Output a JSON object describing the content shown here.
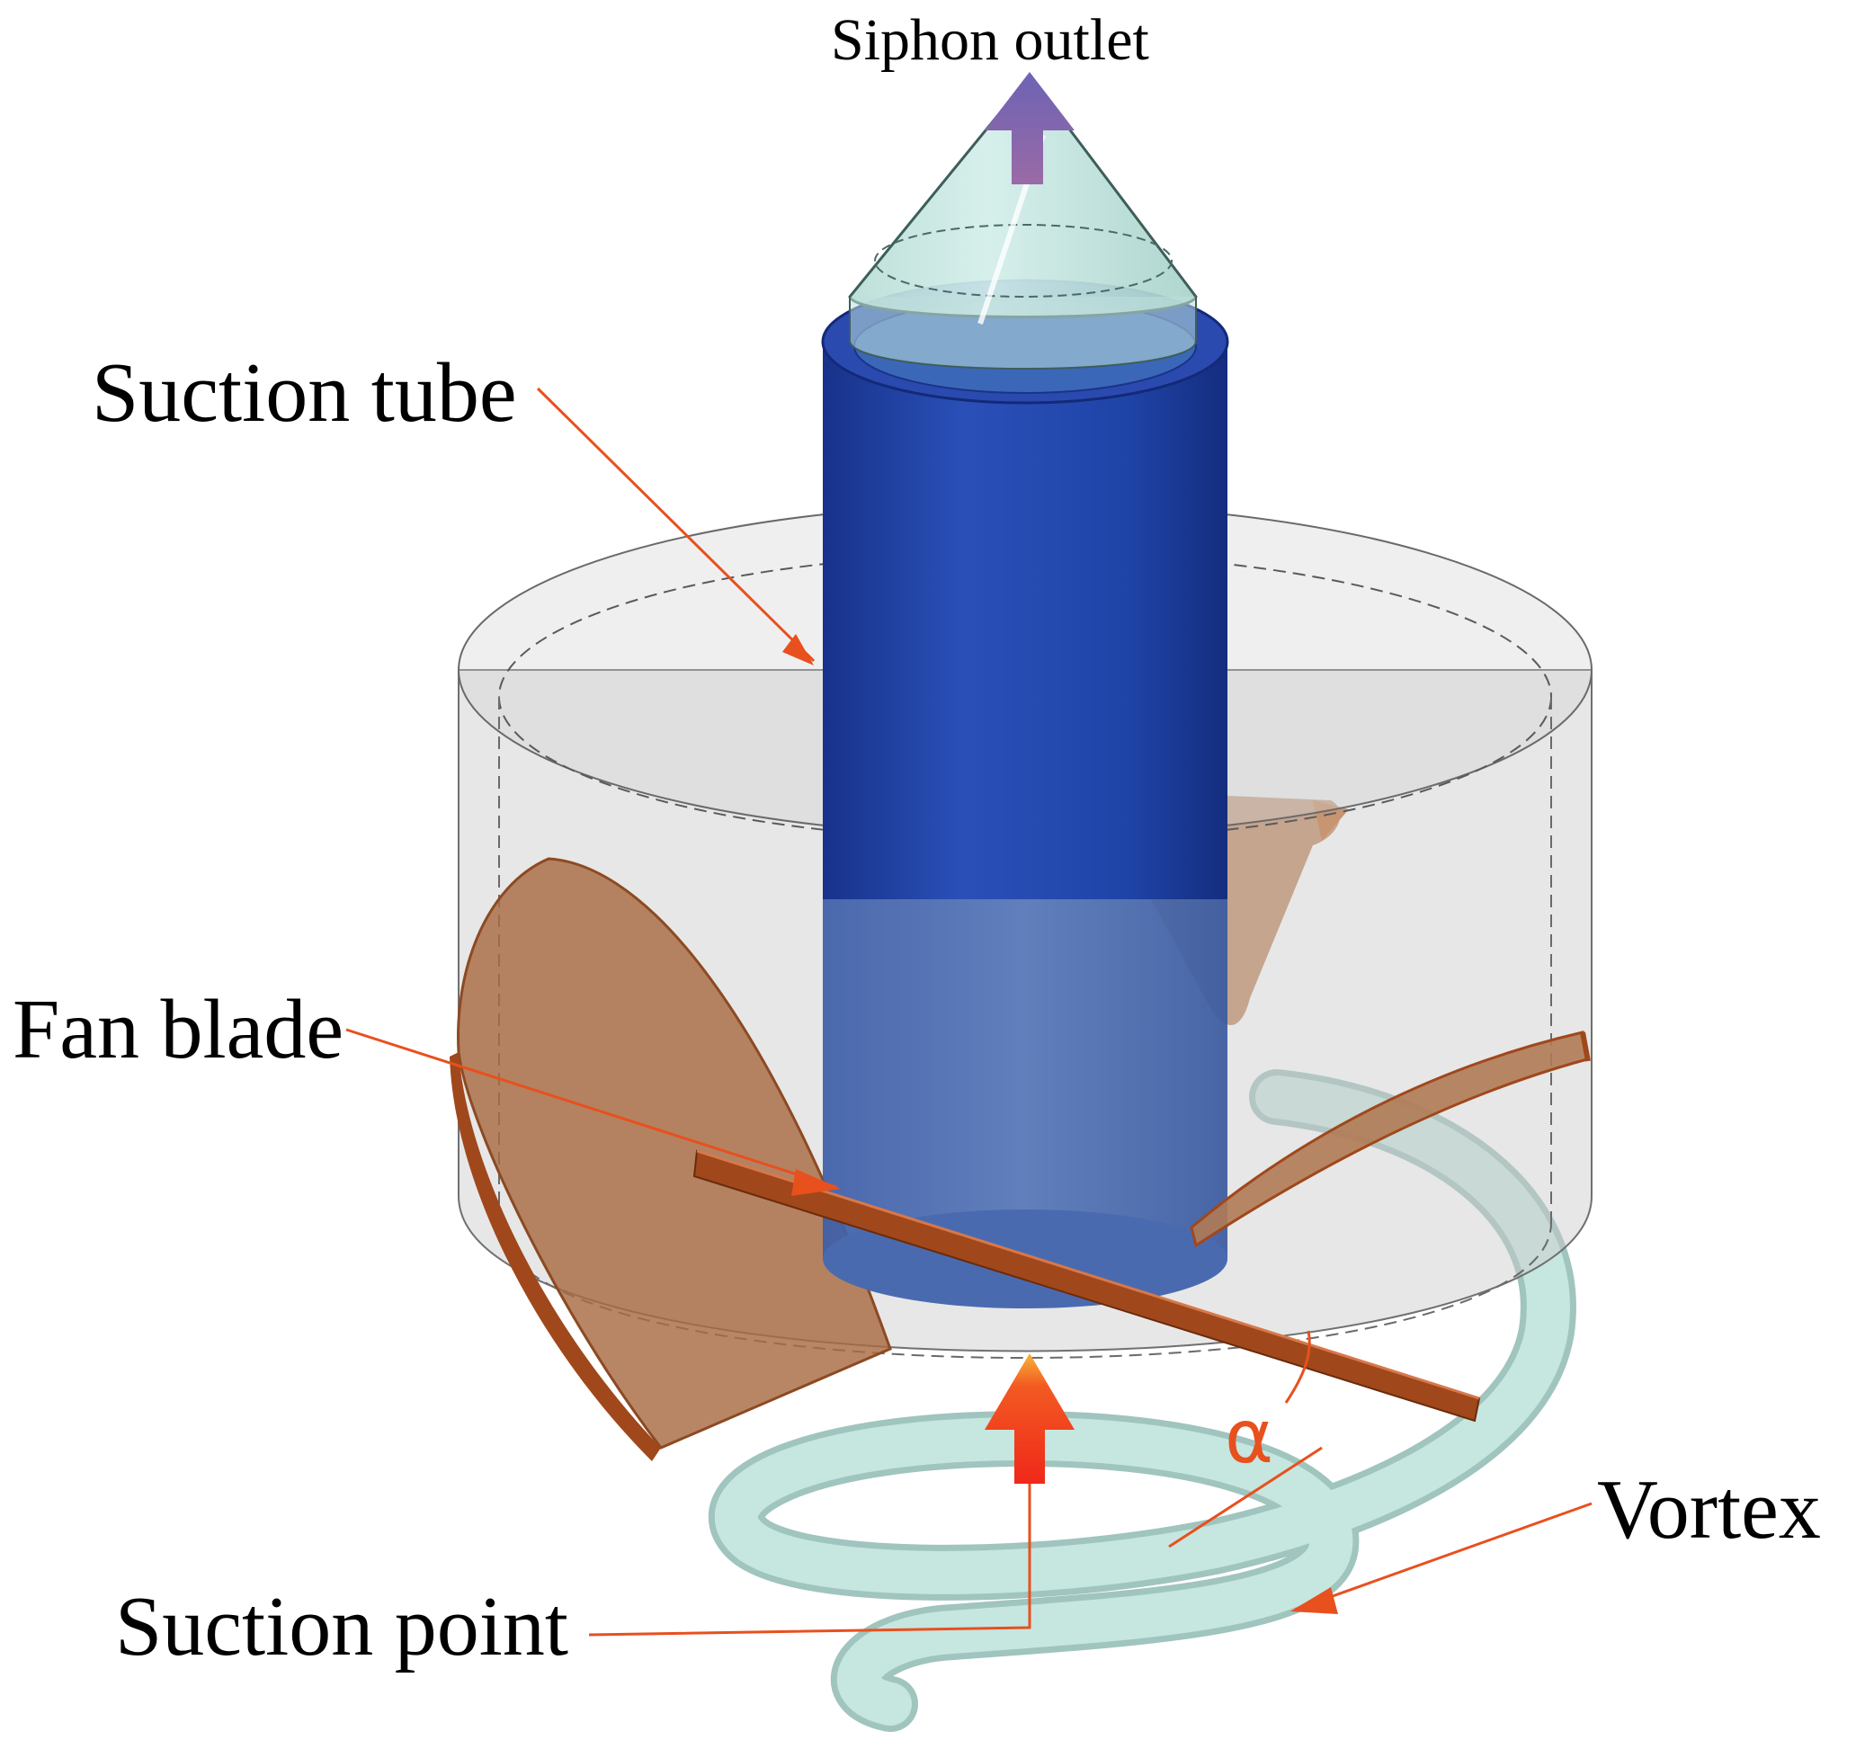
{
  "labels": {
    "siphon_outlet": "Siphon outlet",
    "suction_tube": "Suction tube",
    "fan_blade": "Fan blade",
    "vortex": "Vortex",
    "suction_point": "Suction point",
    "angle": "α"
  },
  "colors": {
    "background": "#ffffff",
    "tube_blue": "#1f3f9e",
    "container_gray": "#c8c8c8",
    "vortex_cyan": "#b6dcd6",
    "blade_brown": "#b06a3a",
    "blade_edge": "#a0481b",
    "leader_orange": "#e8501e",
    "arrow_red": "#f03a1a",
    "cone_cyan": "#bfe4dd",
    "outlet_arrow": "#7c5fa6"
  }
}
